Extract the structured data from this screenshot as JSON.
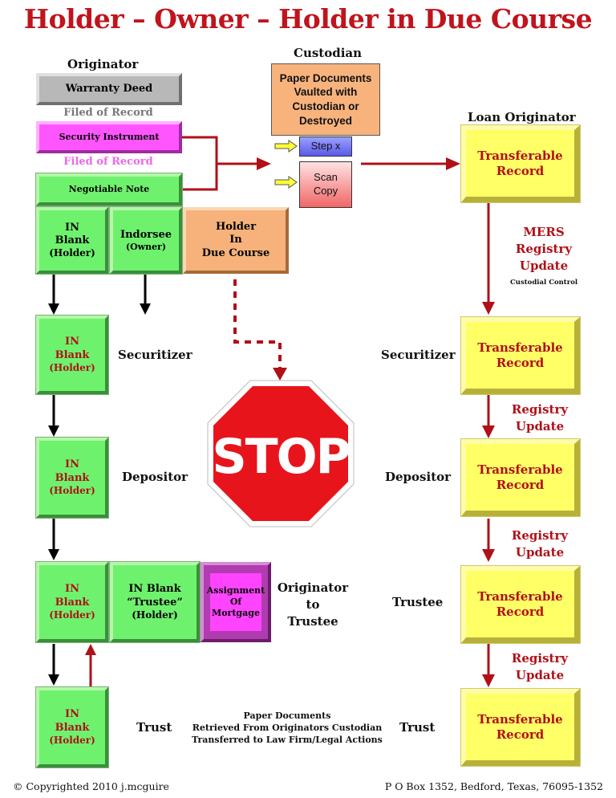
{
  "title": "Holder – Owner – Holder in Due Course",
  "left": {
    "originator_label": "Originator",
    "warranty_deed": "Warranty Deed",
    "filed_of_record_1": "Filed of Record",
    "security_instrument": "Security Instrument",
    "filed_of_record_2": "Filed of Record",
    "negotiable_note": "Negotiable Note",
    "in_blank": "IN",
    "blank": "Blank",
    "holder": "(Holder)",
    "indorsee": "Indorsee",
    "owner": "(Owner)",
    "hidc_1": "Holder",
    "hidc_2": "In",
    "hidc_3": "Due Course",
    "in_blank_trustee_1": "IN Blank",
    "in_blank_trustee_2": "“Trustee”",
    "assignment_1": "Assignment",
    "assignment_2": "Of",
    "assignment_3": "Mortgage"
  },
  "custodian": {
    "label": "Custodian",
    "paper_docs": "Paper Documents Vaulted with Custodian or Destroyed",
    "step": "Step x",
    "scan_1": "Scan",
    "scan_2": "Copy"
  },
  "right": {
    "loan_originator": "Loan Originator",
    "transferable_1": "Transferable",
    "transferable_2": "Record",
    "mers_1": "MERS",
    "mers_2": "Registry",
    "mers_3": "Update",
    "custodial_control": "Custodial Control",
    "registry": "Registry",
    "update": "Update"
  },
  "stages": {
    "securitizer": "Securitizer",
    "depositor": "Depositor",
    "originator_to_trustee_1": "Originator",
    "originator_to_trustee_2": "to",
    "originator_to_trustee_3": "Trustee",
    "trustee": "Trustee",
    "trust": "Trust"
  },
  "stop": "STOP",
  "paper_retrieved_1": "Paper Documents",
  "paper_retrieved_2": "Retrieved From Originators Custodian",
  "paper_retrieved_3": "Transferred to Law Firm/Legal Actions",
  "footer": {
    "copyright": "© Copyrighted 2010 j.mcguire",
    "address": "P O Box 1352, Bedford, Texas, 76095-1352"
  },
  "colors": {
    "title_red": "#c0141c",
    "green": "#6ef26e",
    "yellow": "#ffff66",
    "magenta": "#ff55ff",
    "orange": "#f6b27a",
    "stop_red": "#e8141c"
  }
}
